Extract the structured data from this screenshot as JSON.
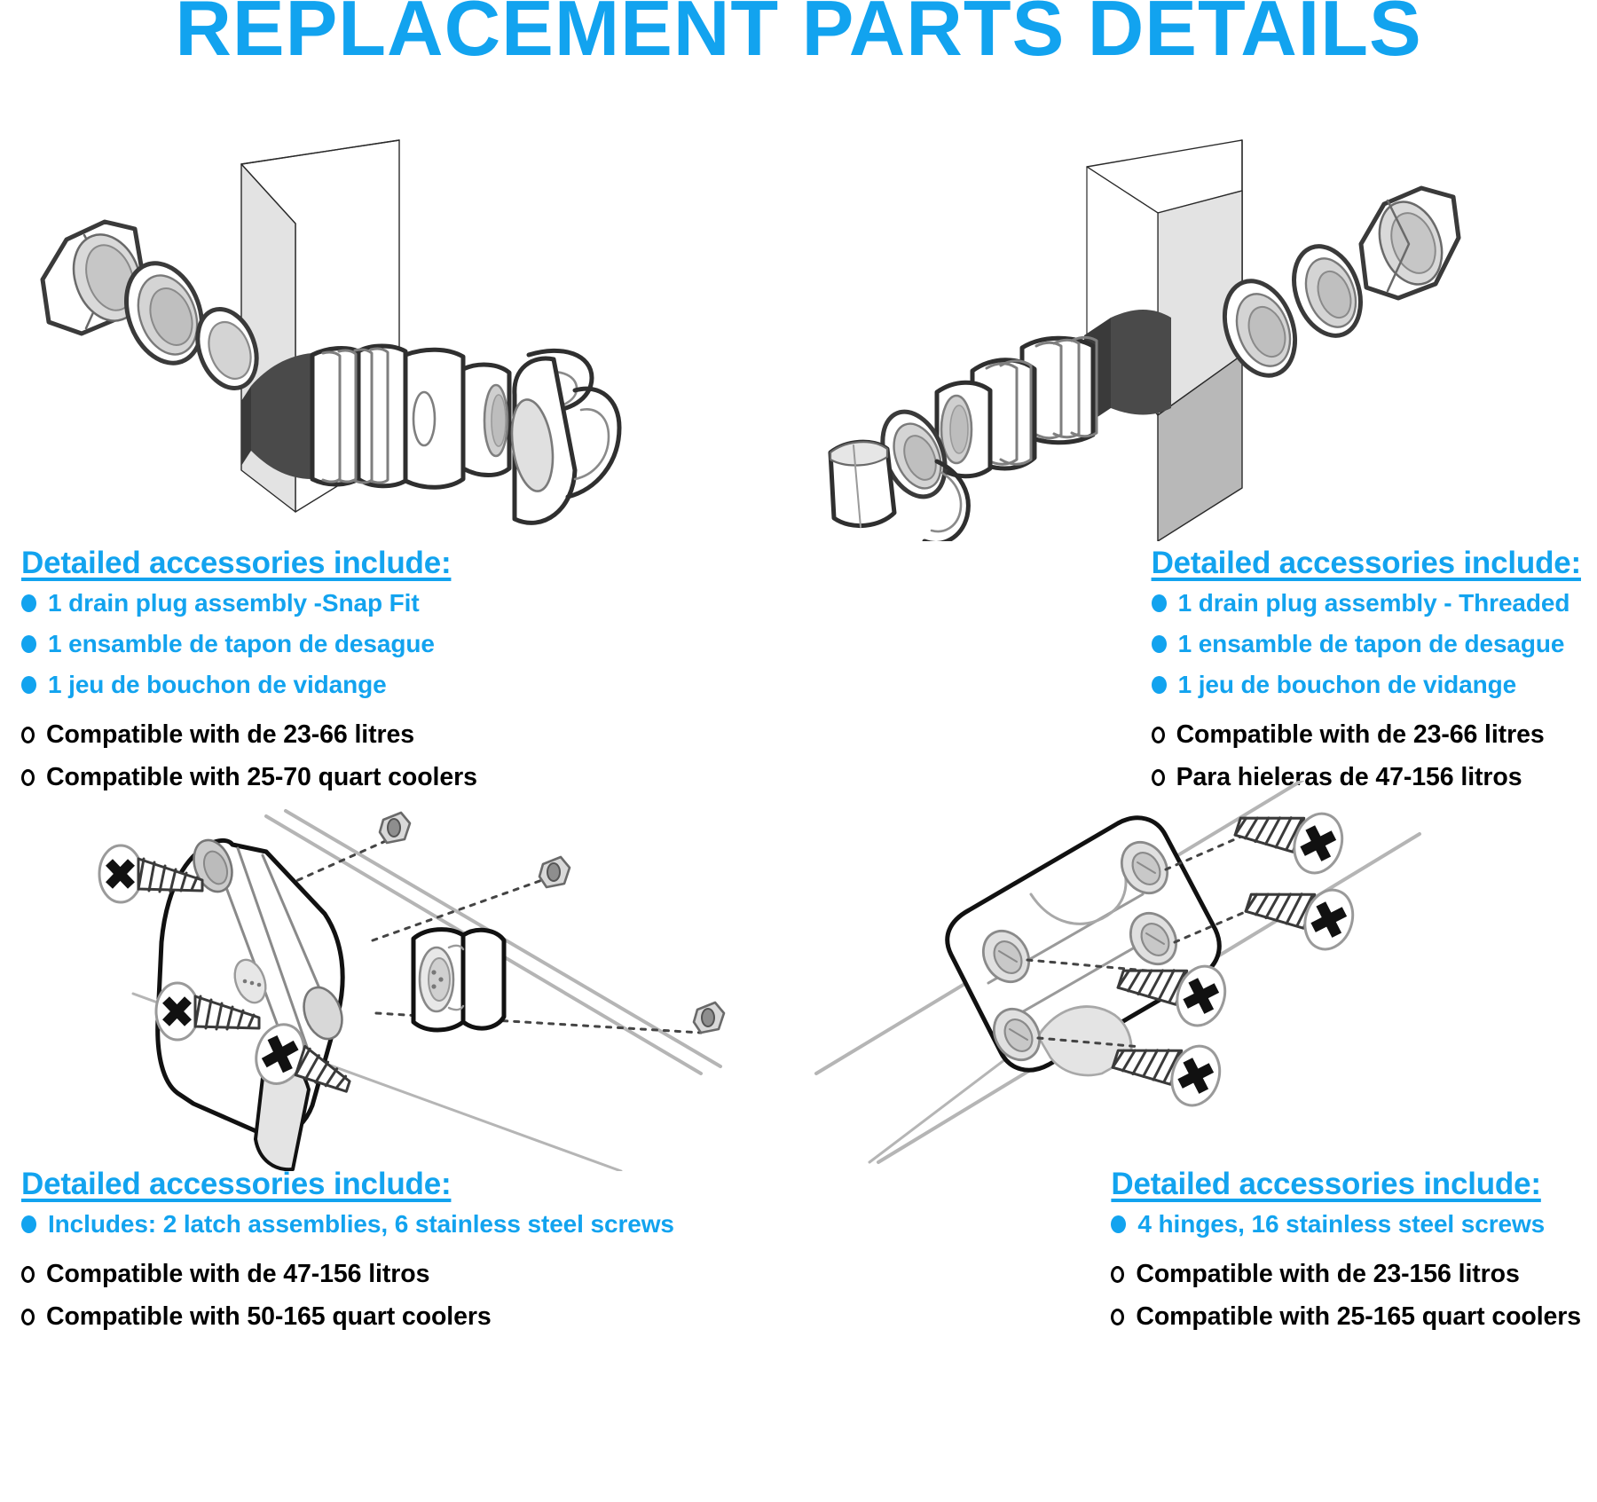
{
  "title": "REPLACEMENT PARTS DETAILS",
  "colors": {
    "accent_blue": "#12A3EF",
    "text_black": "#000000",
    "background": "#FFFFFF",
    "art_light_gray": "#E8E8E8",
    "art_mid_gray": "#BDBDBD",
    "art_dark_gray": "#4A4A4A",
    "art_outline": "#1A1A1A"
  },
  "sections": [
    {
      "id": "drain-plug-snap-fit",
      "illustration": "exploded-drain-plug-snap-fit",
      "heading": "Detailed accessories include:",
      "blue_items": [
        "1 drain plug assembly -Snap Fit",
        "1 ensamble de tapon de desague",
        "1 jeu de bouchon de vidange"
      ],
      "black_items": [
        "Compatible with  de 23-66 litres",
        "Compatible with  25-70 quart coolers"
      ]
    },
    {
      "id": "drain-plug-threaded",
      "illustration": "exploded-drain-plug-threaded",
      "heading": "Detailed accessories include:",
      "blue_items": [
        "1 drain plug assembly - Threaded",
        "1 ensamble de tapon de desague",
        "1 jeu de bouchon de vidange"
      ],
      "black_items": [
        "Compatible with  de 23-66 litres",
        "Para hieleras  de 47-156 litros"
      ]
    },
    {
      "id": "latch-assembly",
      "illustration": "exploded-latch-assembly-with-screws",
      "heading": "Detailed accessories include:",
      "blue_items": [
        "Includes: 2 latch assemblies, 6 stainless steel screws"
      ],
      "black_items": [
        "Compatible with  de 47-156 litros",
        "Compatible with  50-165 quart coolers"
      ]
    },
    {
      "id": "hinge-assembly",
      "illustration": "exploded-hinge-plate-with-screws",
      "heading": "Detailed accessories include:",
      "blue_items": [
        "4 hinges, 16 stainless steel screws"
      ],
      "black_items": [
        "Compatible with  de 23-156 litros",
        "Compatible with  25-165 quart coolers"
      ]
    }
  ]
}
